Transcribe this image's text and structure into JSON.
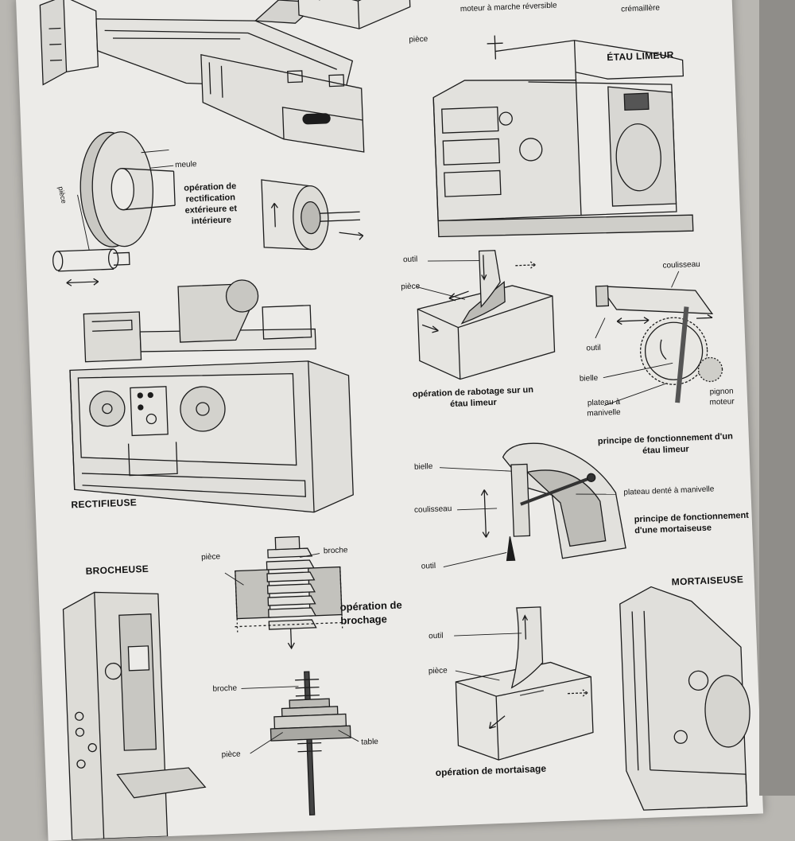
{
  "labels": {
    "moteur": "moteur à marche réversible",
    "cremaillere": "crémaillère",
    "piece_top": "pièce",
    "etau_limeur_title": "ÉTAU LIMEUR",
    "meule": "meule",
    "piece_grind": "pièce",
    "rectification_caption": "opération de rectification extérieure et intérieure",
    "outil_1": "outil",
    "piece_1": "pièce",
    "coulisseau_1": "coulisseau",
    "outil_2": "outil",
    "bielle_1": "bielle",
    "plateau_1": "plateau à manivelle",
    "pignon_moteur": "pignon moteur",
    "rabotage_caption": "opération de rabotage sur un étau limeur",
    "principe_etau": "principe de fonctionnement d'un étau limeur",
    "rectifieuse_title": "RECTIFIEUSE",
    "bielle_2": "bielle",
    "coulisseau_2": "coulisseau",
    "plateau_2": "plateau denté à manivelle",
    "principe_mortaiseuse": "principe de fonctionnement d'une mortaiseuse",
    "outil_3": "outil",
    "brocheuse_title": "BROCHEUSE",
    "piece_broche": "pièce",
    "broche_1": "broche",
    "brochage_caption": "opération de brochage",
    "mortaiseuse_title": "MORTAISEUSE",
    "outil_4": "outil",
    "piece_4": "pièce",
    "broche_2": "broche",
    "piece_5": "pièce",
    "table": "table",
    "mortaisage_caption": "opération de mortaisage"
  }
}
